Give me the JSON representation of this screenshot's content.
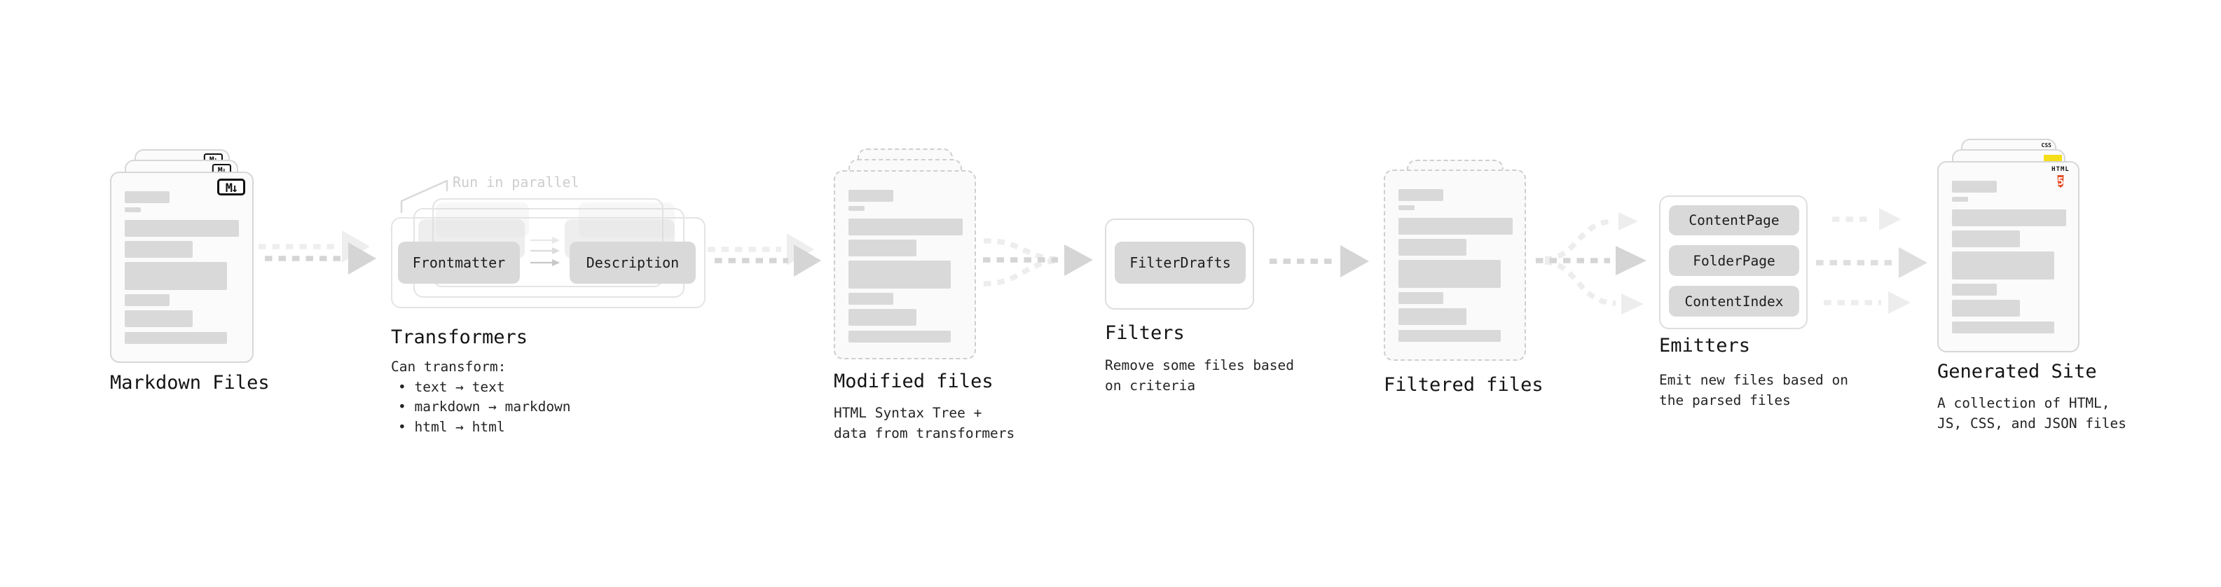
{
  "stages": {
    "markdown": {
      "label": "Markdown Files"
    },
    "transformers": {
      "label": "Transformers",
      "annotation": "Run in parallel",
      "buttons": {
        "frontmatter": "Frontmatter",
        "description": "Description"
      },
      "description_lines": [
        "Can transform:",
        "• text → text",
        "• markdown → markdown",
        "• html → html"
      ]
    },
    "modified": {
      "label": "Modified files",
      "description_lines": [
        "HTML Syntax Tree +",
        "data from transformers"
      ]
    },
    "filters": {
      "label": "Filters",
      "buttons": {
        "filter_drafts": "FilterDrafts"
      },
      "description_lines": [
        "Remove some files based",
        "on criteria"
      ]
    },
    "filtered": {
      "label": "Filtered files"
    },
    "emitters": {
      "label": "Emitters",
      "buttons": {
        "content_page": "ContentPage",
        "folder_page": "FolderPage",
        "content_index": "ContentIndex"
      },
      "description_lines": [
        "Emit new files based on",
        "the parsed files"
      ]
    },
    "generated": {
      "label": "Generated Site",
      "description_lines": [
        "A collection of HTML,",
        "JS, CSS, and JSON files"
      ]
    }
  },
  "icons": {
    "markdown_badge": "M↓",
    "css_badge": "CSS",
    "html5_badge_text": "HTML",
    "html5_badge_numeral": "5"
  },
  "colors": {
    "html5_orange": "#e44d26",
    "js_yellow": "#f5de19",
    "css_blue": "#2965f1",
    "arrow_gray": "#d5d5d5",
    "placeholder_gray": "#d9d9d9",
    "annotation_gray": "#cdcdcd"
  }
}
